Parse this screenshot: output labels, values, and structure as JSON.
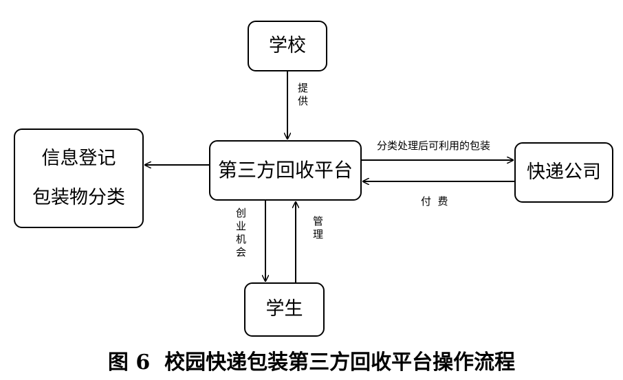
{
  "nodes": {
    "school": "学校",
    "info": {
      "line1": "信息登记",
      "line2": "包装物分类"
    },
    "platform": "第三方回收平台",
    "courier": "快递公司",
    "student": "学生"
  },
  "edges": {
    "school_to_platform": "提供",
    "platform_to_courier": "分类处理后可利用的包装",
    "courier_to_platform": "付  费",
    "platform_to_student": "创业机会",
    "student_to_platform": "管理"
  },
  "caption": "图 6  校园快递包装第三方回收平台操作流程"
}
